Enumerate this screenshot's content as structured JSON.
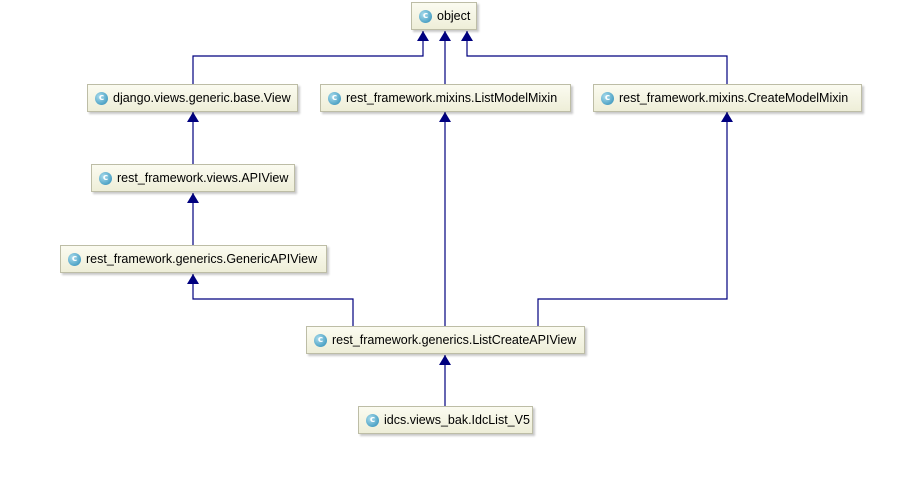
{
  "diagram": {
    "class_icon_glyph": "c",
    "edge_color": "#00007f",
    "node_fill": "#f5f5e4",
    "node_border": "#bdbda6",
    "nodes": {
      "object": "object",
      "base_view": "django.views.generic.base.View",
      "list_model_mixin": "rest_framework.mixins.ListModelMixin",
      "create_model_mixin": "rest_framework.mixins.CreateModelMixin",
      "api_view": "rest_framework.views.APIView",
      "generic_api_view": "rest_framework.generics.GenericAPIView",
      "list_create_api_view": "rest_framework.generics.ListCreateAPIView",
      "idc_list_v5": "idcs.views_bak.IdcList_V5"
    },
    "inheritance_edges": [
      {
        "from": "base_view",
        "to": "object"
      },
      {
        "from": "list_model_mixin",
        "to": "object"
      },
      {
        "from": "create_model_mixin",
        "to": "object"
      },
      {
        "from": "api_view",
        "to": "base_view"
      },
      {
        "from": "generic_api_view",
        "to": "api_view"
      },
      {
        "from": "list_create_api_view",
        "to": "generic_api_view"
      },
      {
        "from": "list_create_api_view",
        "to": "list_model_mixin"
      },
      {
        "from": "list_create_api_view",
        "to": "create_model_mixin"
      },
      {
        "from": "idc_list_v5",
        "to": "list_create_api_view"
      }
    ]
  }
}
